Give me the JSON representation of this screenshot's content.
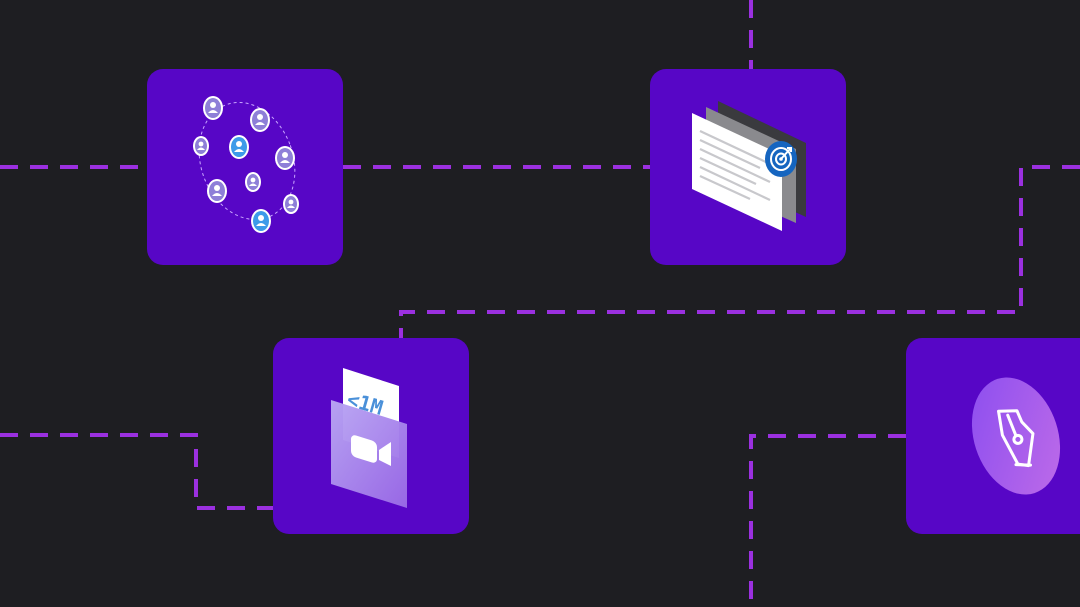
{
  "colors": {
    "background": "#1e1e22",
    "tile": "#5706c6",
    "connector": "#9b30e0"
  },
  "tiles": [
    {
      "id": "network",
      "icon": "people-network-icon"
    },
    {
      "id": "docs",
      "icon": "documents-target-icon"
    },
    {
      "id": "video",
      "icon": "video-transcript-icon",
      "transcript_text": "<1M"
    },
    {
      "id": "pen",
      "icon": "pen-nib-icon"
    }
  ]
}
